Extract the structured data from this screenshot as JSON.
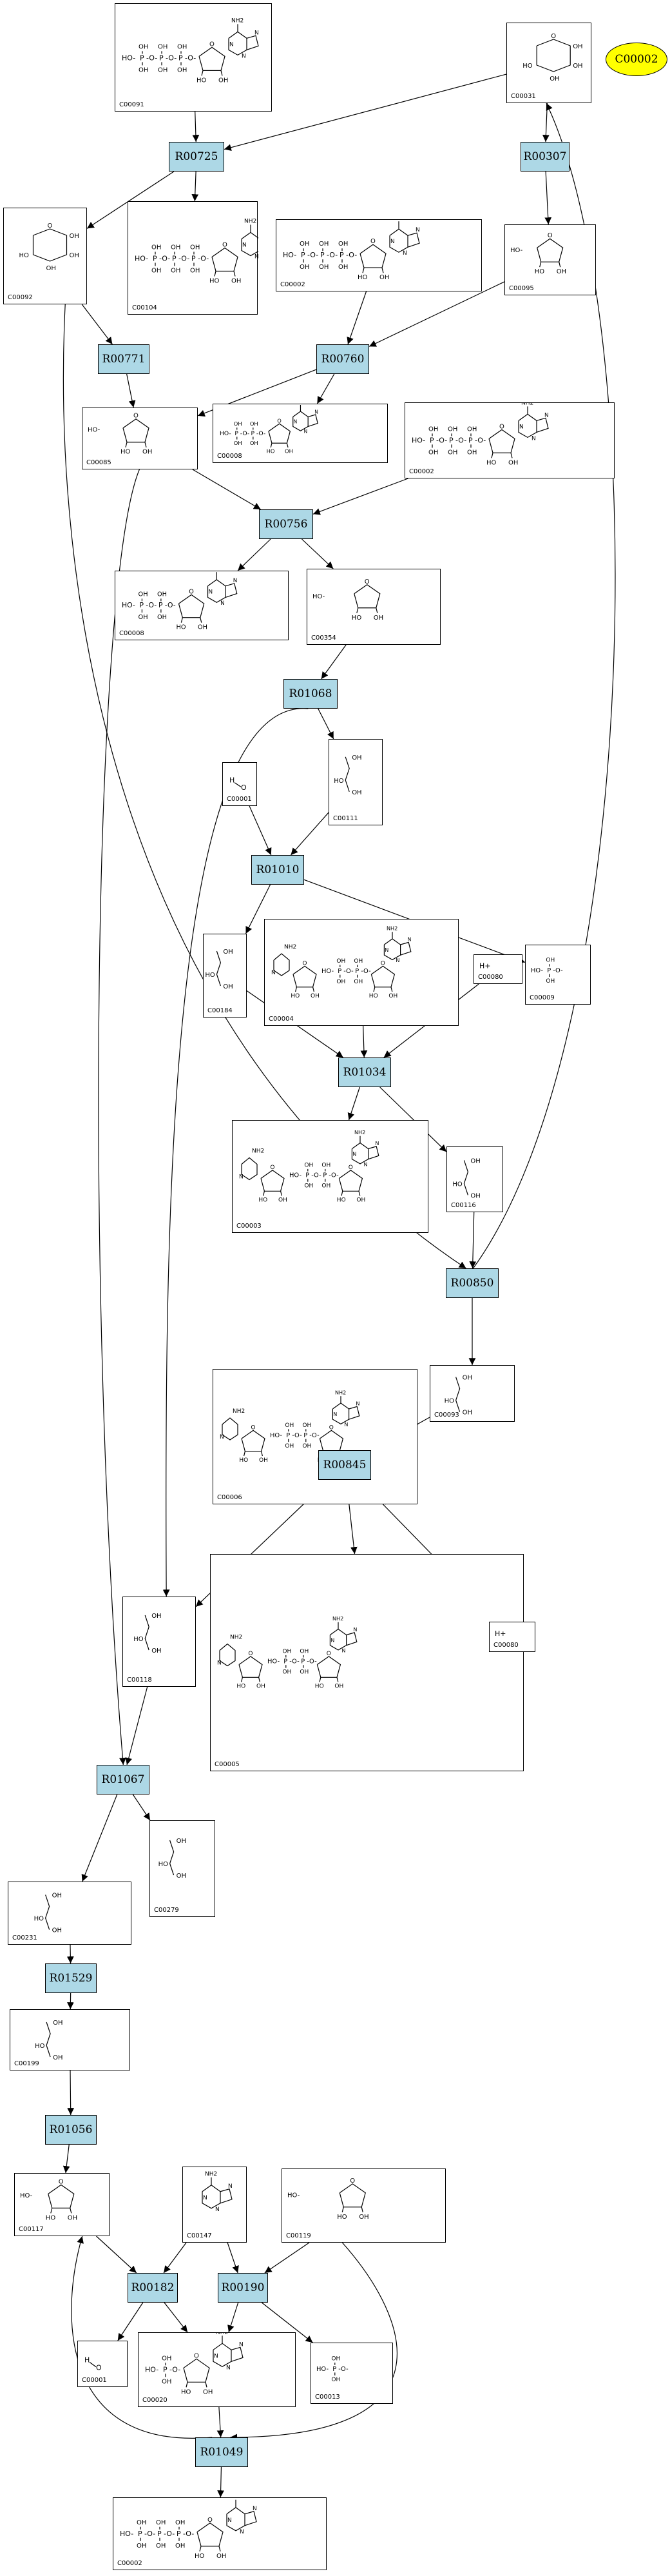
{
  "start_node": {
    "label": "C00002"
  },
  "reactions": {
    "r00725": "R00725",
    "r00307": "R00307",
    "r00771": "R00771",
    "r00760": "R00760",
    "r00756": "R00756",
    "r01068": "R01068",
    "r01010": "R01010",
    "r01034": "R01034",
    "r00850": "R00850",
    "r00845": "R00845",
    "r01067": "R01067",
    "r01529": "R01529",
    "r01056": "R01056",
    "r00182": "R00182",
    "r00190": "R00190",
    "r01049": "R01049"
  },
  "compounds": {
    "c00091": "C00091",
    "c00031": "C00031",
    "c00092": "C00092",
    "c00104": "C00104",
    "c00002a": "C00002",
    "c00095": "C00095",
    "c00085": "C00085",
    "c00008a": "C00008",
    "c00002b": "C00002",
    "c00008b": "C00008",
    "c00354": "C00354",
    "c00001a": "C00001",
    "c00111": "C00111",
    "c00184": "C00184",
    "c00004": "C00004",
    "c00080a": "C00080",
    "c00009a": "C00009",
    "c00003": "C00003",
    "c00116": "C00116",
    "c00006": "C00006",
    "c00093": "C00093",
    "c00118": "C00118",
    "c00005": "C00005",
    "c00080b": "C00080",
    "c00231": "C00231",
    "c00279": "C00279",
    "c00199": "C00199",
    "c00117": "C00117",
    "c00147": "C00147",
    "c00119": "C00119",
    "c00001b": "C00001",
    "c00020": "C00020",
    "c00013": "C00013",
    "c00002c": "C00002"
  },
  "atom_labels": {
    "oh": "OH",
    "ho": "HO",
    "o": "O",
    "p": "P",
    "n": "N",
    "nh2": "NH2",
    "h": "H",
    "hplus": "H+",
    "ho_p": "HO-P",
    "o_p": "O-P"
  },
  "colors": {
    "reaction_fill": "#add8e6",
    "start_fill": "#ffff00",
    "edge": "#000000"
  }
}
